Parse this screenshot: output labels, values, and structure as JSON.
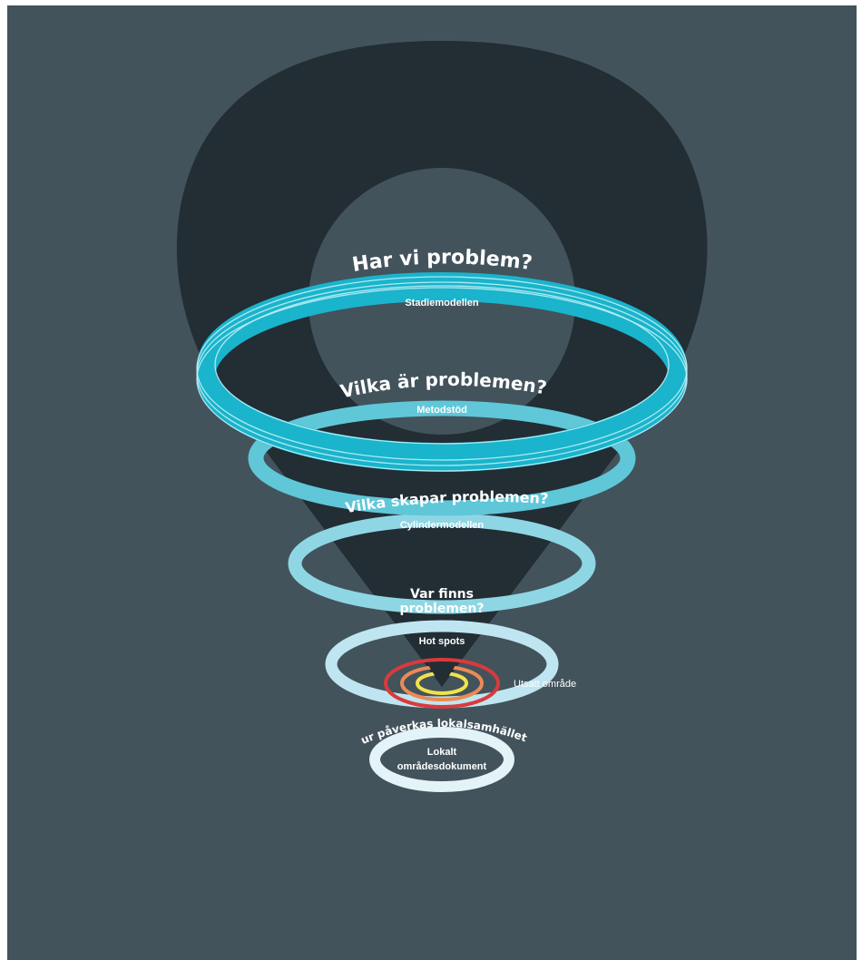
{
  "colors": {
    "background": "#42535c",
    "pin": "#222d34",
    "pin_hole": "#42535c",
    "ring_1": "#1ab4cc",
    "ring_1_line": "#bff0f6",
    "ring_2": "#5fc7d8",
    "ring_3": "#8fd6e4",
    "ring_4": "#bfe6f0",
    "ring_5": "#e4f3f7",
    "target_outer": "#d93a3c",
    "target_middle": "#ec8a55",
    "target_inner": "#f2e24a",
    "text": "#ffffff"
  },
  "stages": [
    {
      "question": "Har vi problem?",
      "tool": "Stadiemodellen"
    },
    {
      "question": "Vilka är problemen?",
      "tool": "Metodstöd"
    },
    {
      "question": "Vilka skapar problemen?",
      "tool": "Cylindermodellen"
    },
    {
      "question_line1": "Var finns",
      "question_line2": "problemen?",
      "tool": "Hot spots"
    },
    {
      "question": "Hur påverkas lokalsamhället?",
      "tool_line1": "Lokalt",
      "tool_line2": "områdesdokument"
    }
  ],
  "target": {
    "label": "Utsatt område"
  }
}
